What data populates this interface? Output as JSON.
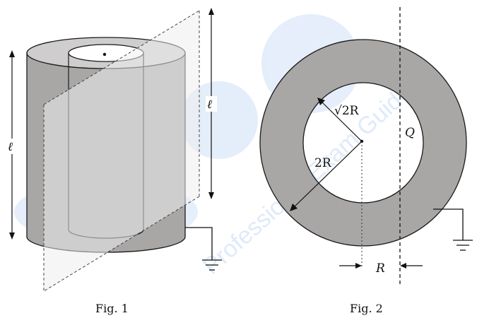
{
  "figures": {
    "fig1": {
      "caption": "Fig. 1",
      "length_label_left": "ℓ",
      "length_label_right": "ℓ"
    },
    "fig2": {
      "caption": "Fig. 2",
      "inner_radius_label": "√2R",
      "outer_radius_label": "2R",
      "line_label": "Q",
      "offset_label": "R"
    }
  },
  "watermark": {
    "text": "Professional Exam Guide"
  },
  "colors": {
    "shell_gray": "#a9a6a6",
    "top_ring_gray": "#cfcdcd",
    "plane_fill": "#eeeeee",
    "watermark_blue": "#3a7fe0"
  }
}
